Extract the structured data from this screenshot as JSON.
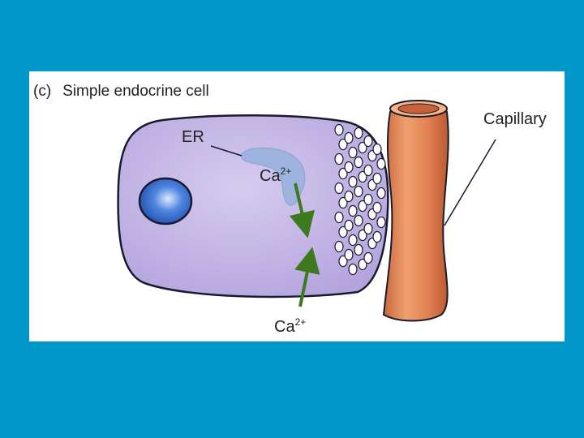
{
  "panel": {
    "letter": "(c)",
    "title": "Simple endocrine cell"
  },
  "labels": {
    "er": "ER",
    "capillary": "Capillary",
    "ion_upper": {
      "symbol": "Ca",
      "charge": "2+"
    },
    "ion_lower": {
      "symbol": "Ca",
      "charge": "2+"
    }
  },
  "colors": {
    "background": "#0096c8",
    "panel": "#ffffff",
    "cell_fill": "#c7b9e6",
    "cell_stroke": "#1a1a2e",
    "er_fill": "#9eb3df",
    "nucleus": "#2a5ec4",
    "capillary": "#e08a58",
    "arrow": "#3d7a1e"
  }
}
